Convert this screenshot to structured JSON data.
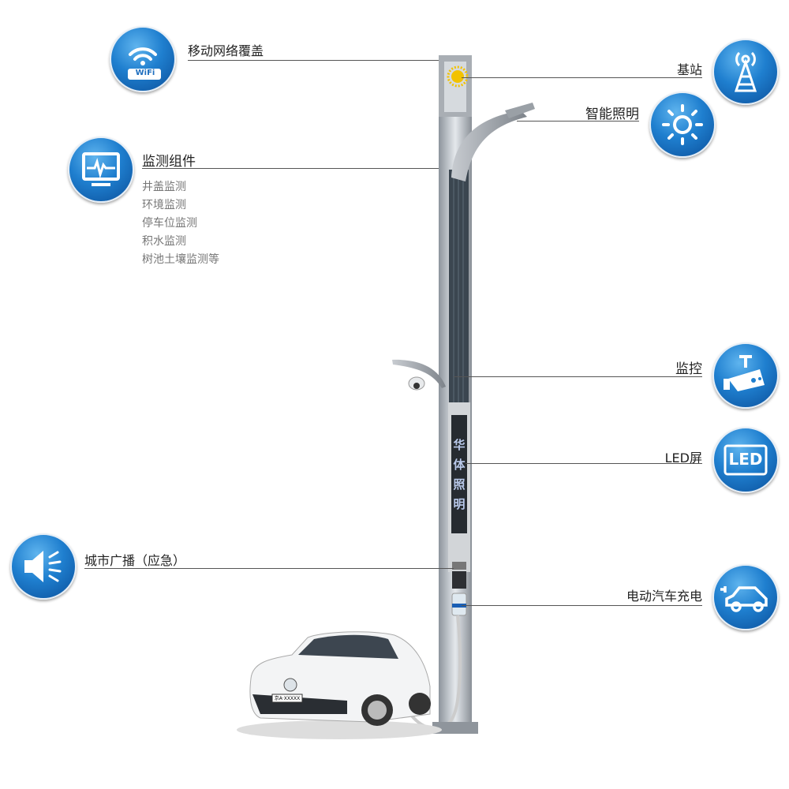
{
  "left_features": [
    {
      "label": "移动网络覆盖",
      "icon": "wifi-icon"
    },
    {
      "label": "监测组件",
      "icon": "monitor-icon",
      "sub_items": [
        "井盖监测",
        "环境监测",
        "停车位监测",
        "积水监测",
        "树池土壤监测等"
      ]
    },
    {
      "label": "城市广播（应急）",
      "icon": "speaker-icon"
    }
  ],
  "right_features": [
    {
      "label": "基站",
      "icon": "tower-icon"
    },
    {
      "label": "智能照明",
      "icon": "sun-icon"
    },
    {
      "label": "监控",
      "icon": "camera-icon"
    },
    {
      "label": "LED屏",
      "icon": "led-icon"
    },
    {
      "label": "电动汽车充电",
      "icon": "car-charge-icon"
    }
  ],
  "wifi_badge": "WiFi",
  "led_badge": "LED",
  "led_screen_text": [
    "华",
    "体",
    "照",
    "明"
  ],
  "license_plate": "京A·XXXXX",
  "colors": {
    "icon_blue": "#1f7fcf",
    "line": "#555555",
    "sub_text": "#777777"
  }
}
